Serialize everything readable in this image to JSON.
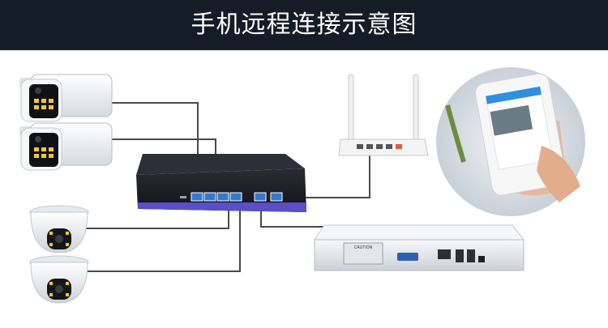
{
  "header": {
    "title": "手机远程连接示意图",
    "background": "#141d27"
  },
  "devices": {
    "bullet_camera_count": 2,
    "dome_camera_count": 2,
    "poe_switch_ports": 6,
    "nvr_panel_label": "CAUTION"
  },
  "colors": {
    "cable": "#4a4a4a",
    "switch_body": "#1e1f26",
    "switch_accent": "#5a4fc8",
    "switch_ports": "#3478d6",
    "nvr_body": "#e9ecf0",
    "router_body": "#f4f4f4",
    "phone_bg": "#dfe4ea"
  },
  "icons": [
    "bullet-camera-icon",
    "dome-camera-icon",
    "poe-switch-icon",
    "wifi-router-icon",
    "nvr-recorder-icon",
    "smartphone-icon"
  ]
}
